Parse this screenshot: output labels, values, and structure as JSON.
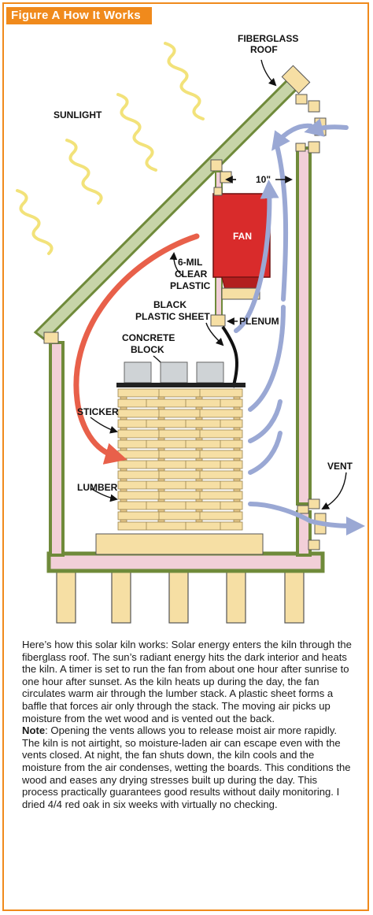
{
  "figure": {
    "header": "Figure A  How It Works",
    "accent_color": "#f08a1c"
  },
  "labels": {
    "sunlight": "SUNLIGHT",
    "roof_line1": "FIBERGLASS",
    "roof_line2": "ROOF",
    "gap": "10\"",
    "fan": "FAN",
    "plastic_line1": "6-MIL",
    "plastic_line2": "CLEAR",
    "plastic_line3": "PLASTIC",
    "black_line1": "BLACK",
    "black_line2": "PLASTIC SHEET",
    "plenum": "PLENUM",
    "block_line1": "CONCRETE",
    "block_line2": "BLOCK",
    "sticker": "STICKER",
    "lumber": "LUMBER",
    "vent": "VENT"
  },
  "colors": {
    "warm_air": "#e8604a",
    "cool_air": "#9aa8d4",
    "sun_rays": "#f2e27a",
    "frame_green": "#6f8a3a",
    "insulation_pink": "#f2cfd8",
    "wood": "#f6dfa4",
    "fan_red": "#d92b2b",
    "block_gray": "#cfd3d6"
  },
  "caption": {
    "p1": "Here’s how this solar kiln works: Solar energy enters the kiln through the fiberglass roof. The sun’s radiant energy hits the dark interior and heats the kiln. A timer is set to run the fan from about one hour after sunrise to one hour after sunset. As the kiln heats up during the day, the fan circulates warm air through the lumber stack. A plastic sheet forms a baffle that forces air only through the stack. The moving air picks up moisture from the wet wood and is vented out the back.",
    "note_label": "Note",
    "note_text": ": Opening the vents allows you to release moist air more rapidly. The kiln is not airtight, so moisture-laden air can escape even with the vents closed. At night, the fan shuts down, the kiln cools and the moisture from the air condenses, wetting the boards. This conditions the wood and eases any drying stresses built up during the day. This process practically guarantees good results without daily monitoring. I dried 4/4 red oak in six weeks with virtually no checking."
  }
}
